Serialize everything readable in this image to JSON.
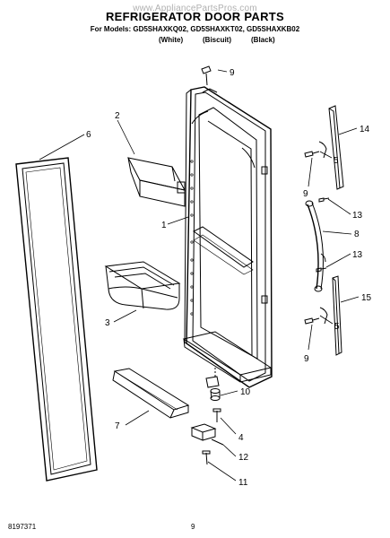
{
  "header": {
    "watermark": "www.AppliancePartsPros.com",
    "title": "REFRIGERATOR DOOR PARTS",
    "models_line": "For Models: GD5SHAXKQ02, GD5SHAXKT02, GD5SHAXKB02",
    "colors": [
      "(White)",
      "(Biscuit)",
      "(Black)"
    ]
  },
  "callouts": [
    "9",
    "2",
    "6",
    "14",
    "5",
    "9",
    "13",
    "1",
    "8",
    "13",
    "15",
    "3",
    "5",
    "9",
    "10",
    "4",
    "7",
    "12",
    "11"
  ],
  "footer": {
    "doc_number": "8197371",
    "page_number": "9"
  }
}
